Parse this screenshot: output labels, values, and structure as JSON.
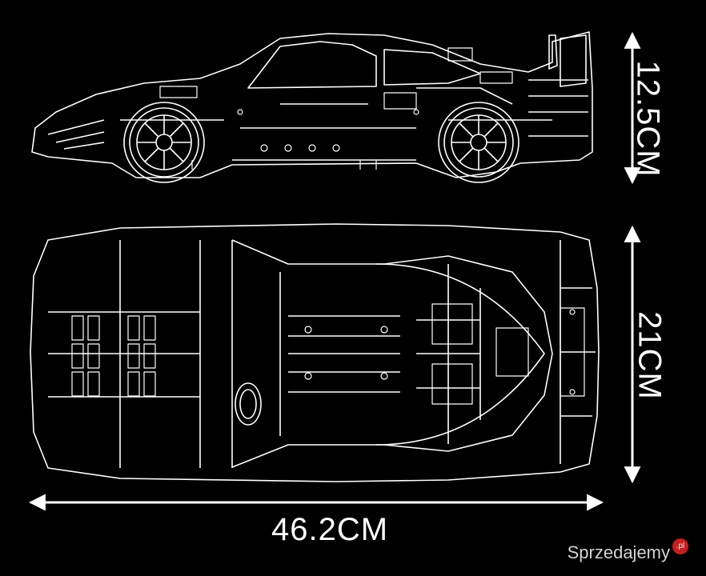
{
  "dimensions": {
    "height": "12.5CM",
    "width": "21CM",
    "length": "46.2CM"
  },
  "watermark": {
    "text": "Sprzedajemy",
    "badge": ".pl"
  },
  "colors": {
    "background": "#000000",
    "lines": "#ffffff"
  }
}
